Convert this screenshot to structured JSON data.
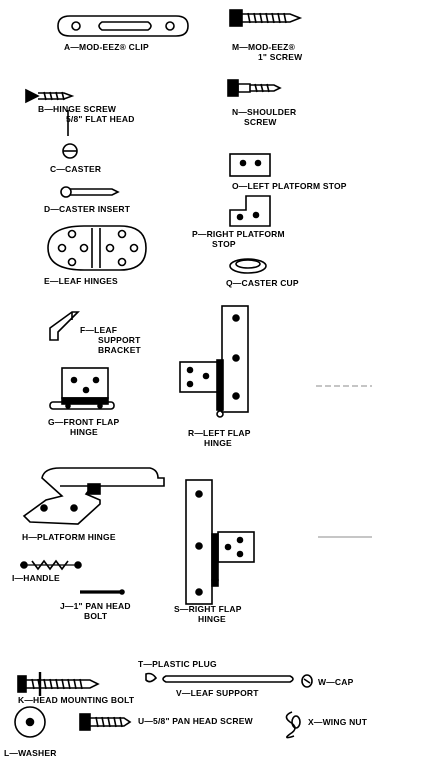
{
  "parts": {
    "A": {
      "label": "A—MOD-EEZ® CLIP"
    },
    "B": {
      "label": "B—HINGE SCREW",
      "sub": "5/8\" FLAT HEAD"
    },
    "C": {
      "label": "C—CASTER"
    },
    "D": {
      "label": "D—CASTER INSERT"
    },
    "E": {
      "label": "E—LEAF HINGES"
    },
    "F": {
      "label": "F—LEAF",
      "sub": "SUPPORT",
      "sub2": "BRACKET"
    },
    "G": {
      "label": "G—FRONT FLAP",
      "sub": "HINGE"
    },
    "H": {
      "label": "H—PLATFORM HINGE"
    },
    "I": {
      "label": "I—HANDLE"
    },
    "J": {
      "label": "J—1\" PAN HEAD",
      "sub": "BOLT"
    },
    "K": {
      "label": "K—HEAD MOUNTING BOLT"
    },
    "L": {
      "label": "L—WASHER"
    },
    "M": {
      "label": "M—MOD-EEZ®",
      "sub": "1\" SCREW"
    },
    "N": {
      "label": "N—SHOULDER",
      "sub": "SCREW"
    },
    "O": {
      "label": "O—LEFT PLATFORM STOP"
    },
    "P": {
      "label": "P—RIGHT PLATFORM",
      "sub": "STOP"
    },
    "Q": {
      "label": "Q—CASTER CUP"
    },
    "R": {
      "label": "R—LEFT FLAP",
      "sub": "HINGE"
    },
    "S": {
      "label": "S—RIGHT FLAP",
      "sub": "HINGE"
    },
    "T": {
      "label": "T—PLASTIC PLUG"
    },
    "U": {
      "label": "U—5/8\" PAN HEAD SCREW"
    },
    "V": {
      "label": "V—LEAF SUPPORT"
    },
    "W": {
      "label": "W—CAP"
    },
    "X": {
      "label": "X—WING NUT"
    }
  }
}
